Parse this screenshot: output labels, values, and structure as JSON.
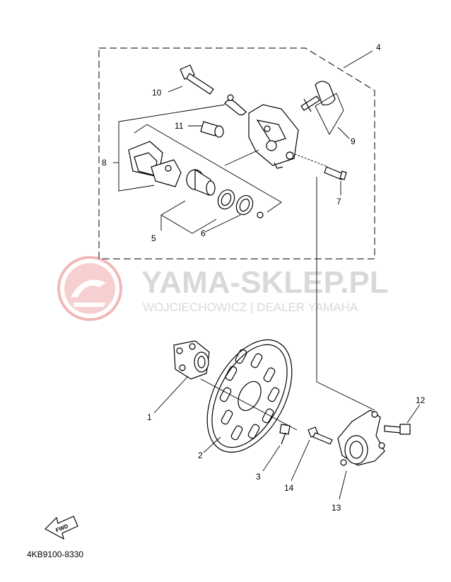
{
  "diagram": {
    "part_labels": {
      "p1": "1",
      "p2": "2",
      "p3": "3",
      "p4": "4",
      "p5": "5",
      "p6": "6",
      "p7": "7",
      "p8": "8",
      "p9": "9",
      "p10": "10",
      "p11": "11",
      "p12": "12",
      "p13": "13",
      "p14": "14"
    },
    "diagram_code": "4KB9100-8330",
    "fwd_arrow_label": "FWD"
  },
  "watermark": {
    "title": "YAMA-SKLEP.PL",
    "subtitle": "WOJCIECHOWICZ | DEALER YAMAHA",
    "logo_color": "#f2b8b8",
    "text_color": "#d9d9d9"
  }
}
